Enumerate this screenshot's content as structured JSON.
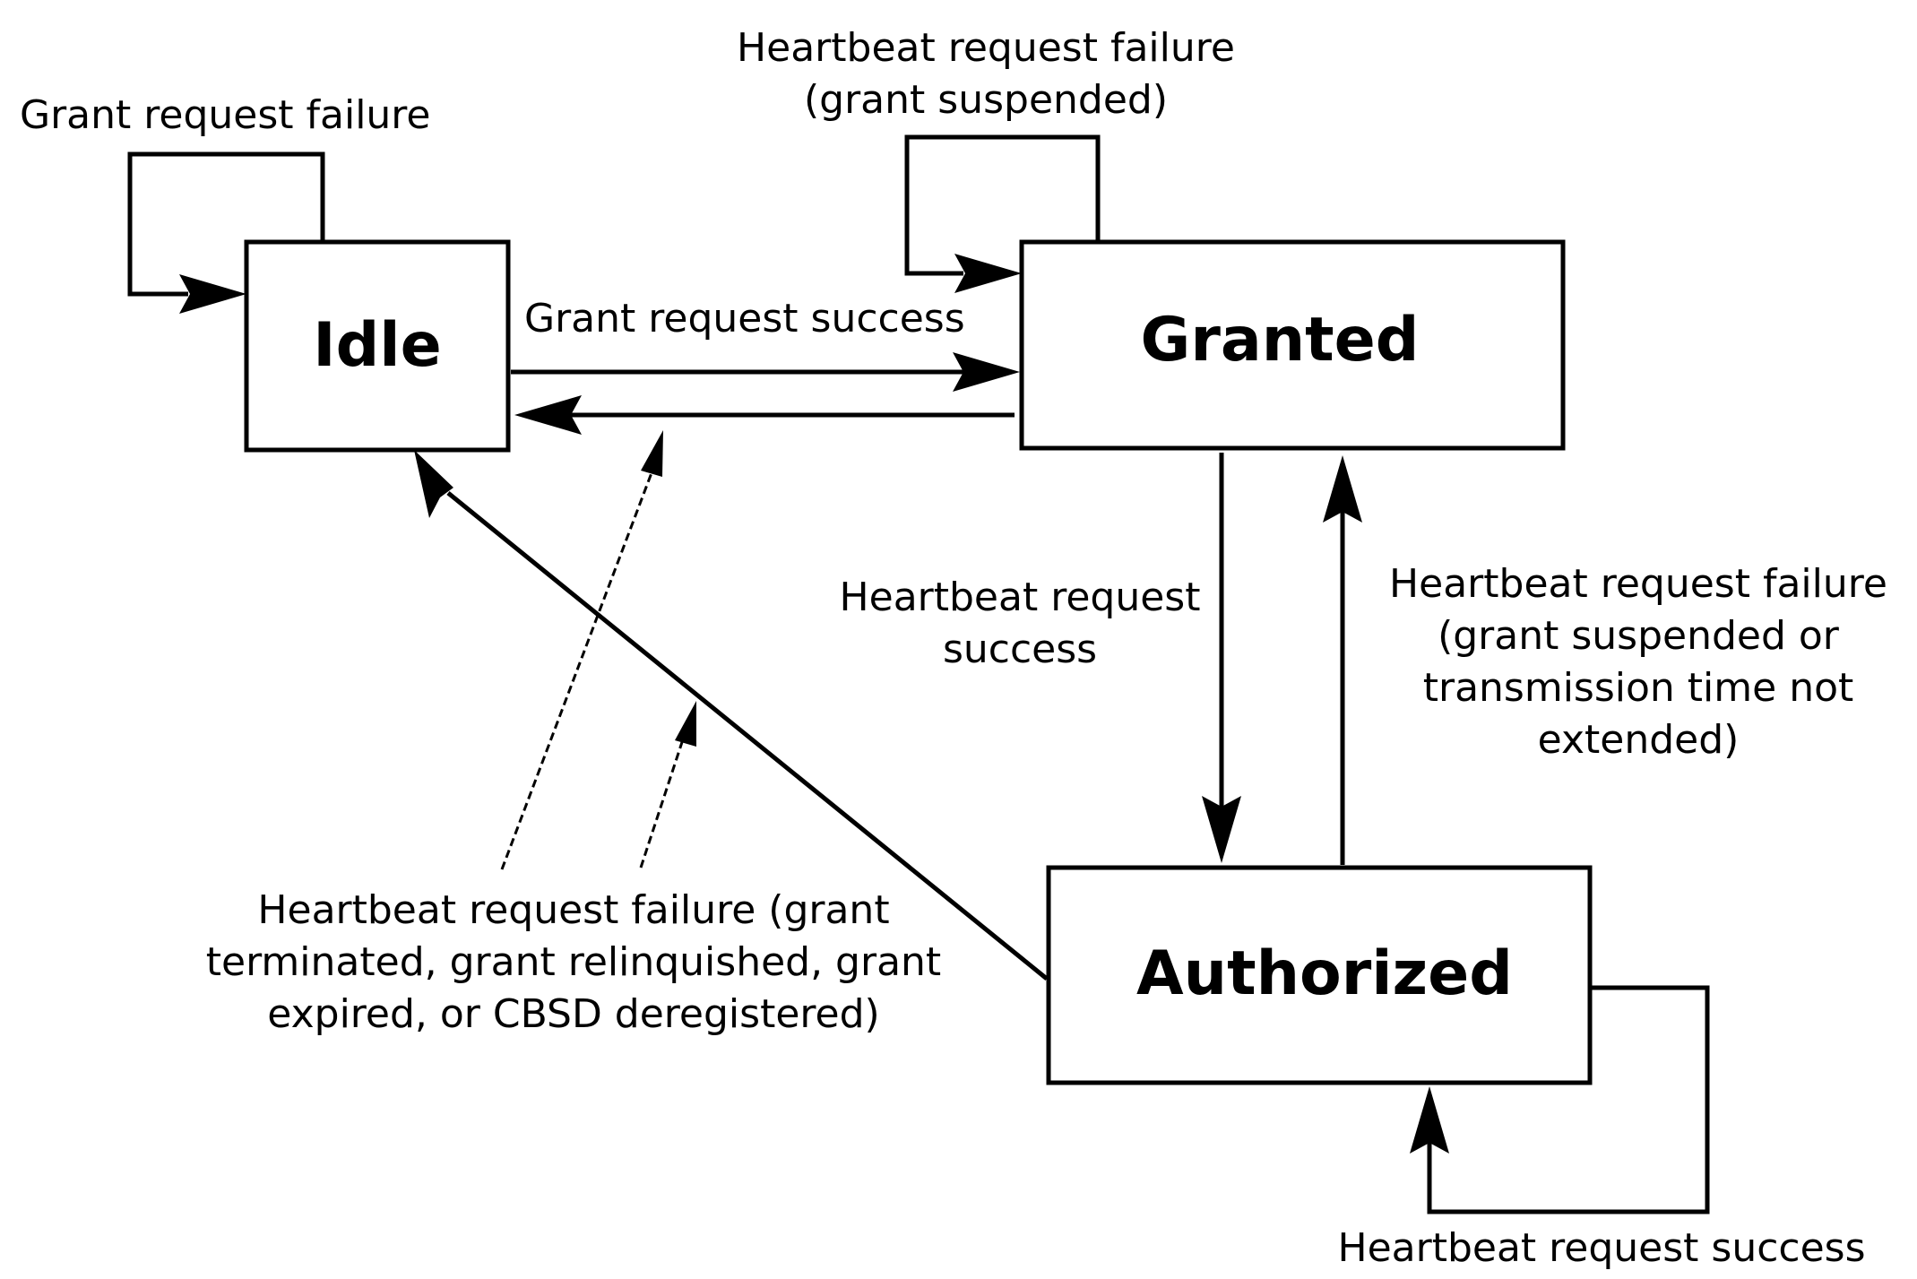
{
  "states": {
    "idle": "Idle",
    "granted": "Granted",
    "authorized": "Authorized"
  },
  "transitions": {
    "idle_self": "Grant request failure",
    "idle_to_granted": "Grant request success",
    "granted_self": [
      "Heartbeat request failure",
      "(grant suspended)"
    ],
    "granted_to_authorized": [
      "Heartbeat request",
      "success"
    ],
    "authorized_to_granted": [
      "Heartbeat request failure",
      "(grant suspended or",
      "transmission time not",
      "extended)"
    ],
    "authorized_self": "Heartbeat request success",
    "to_idle_failure": [
      "Heartbeat request failure (grant",
      "terminated, grant relinquished, grant",
      "expired, or CBSD deregistered)"
    ]
  }
}
